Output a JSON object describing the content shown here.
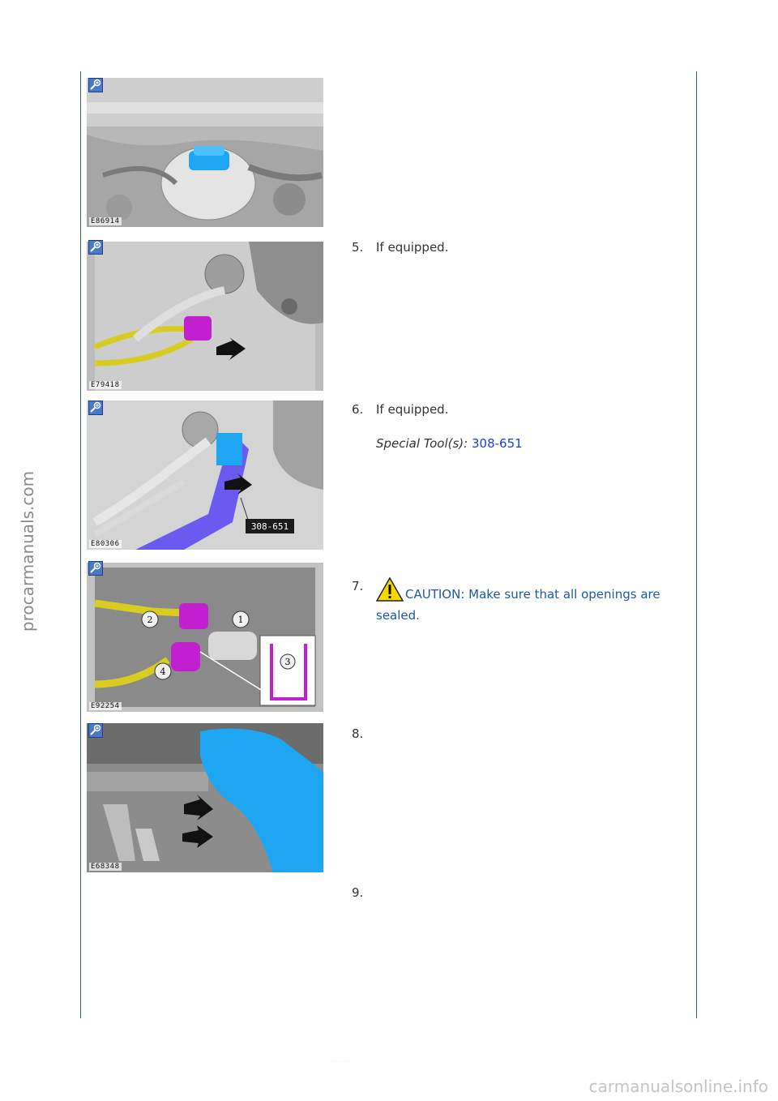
{
  "watermark": {
    "left": "procarmanuals.com",
    "bottom": "carmanualsonline.info"
  },
  "footer": {
    "faint": "- - -"
  },
  "figures": [
    {
      "id": "E86914",
      "icon": "zoom-in-icon"
    },
    {
      "id": "E79418",
      "icon": "zoom-in-icon"
    },
    {
      "id": "E80306",
      "icon": "zoom-in-icon",
      "tool_label": "308-651"
    },
    {
      "id": "E92254",
      "icon": "zoom-in-icon",
      "callouts": [
        "1",
        "2",
        "3",
        "4"
      ]
    },
    {
      "id": "E68348",
      "icon": "zoom-in-icon"
    }
  ],
  "steps": [
    {
      "num": "5.",
      "text": "If equipped."
    },
    {
      "num": "6.",
      "text": "If equipped.",
      "special_label": "Special Tool(s):",
      "special_code": "308-651"
    },
    {
      "num": "7.",
      "caution_icon": "warning-triangle-icon",
      "caution": "CAUTION: Make sure that all openings are sealed."
    },
    {
      "num": "8."
    },
    {
      "num": "9."
    }
  ],
  "colors": {
    "rule": "#2a5aa8",
    "link": "#1a3fd6",
    "caution": "#1a5aa8",
    "highlight_blue": "#1fa6f2",
    "highlight_magenta": "#c21fd0",
    "highlight_yellow": "#d9cc20"
  }
}
